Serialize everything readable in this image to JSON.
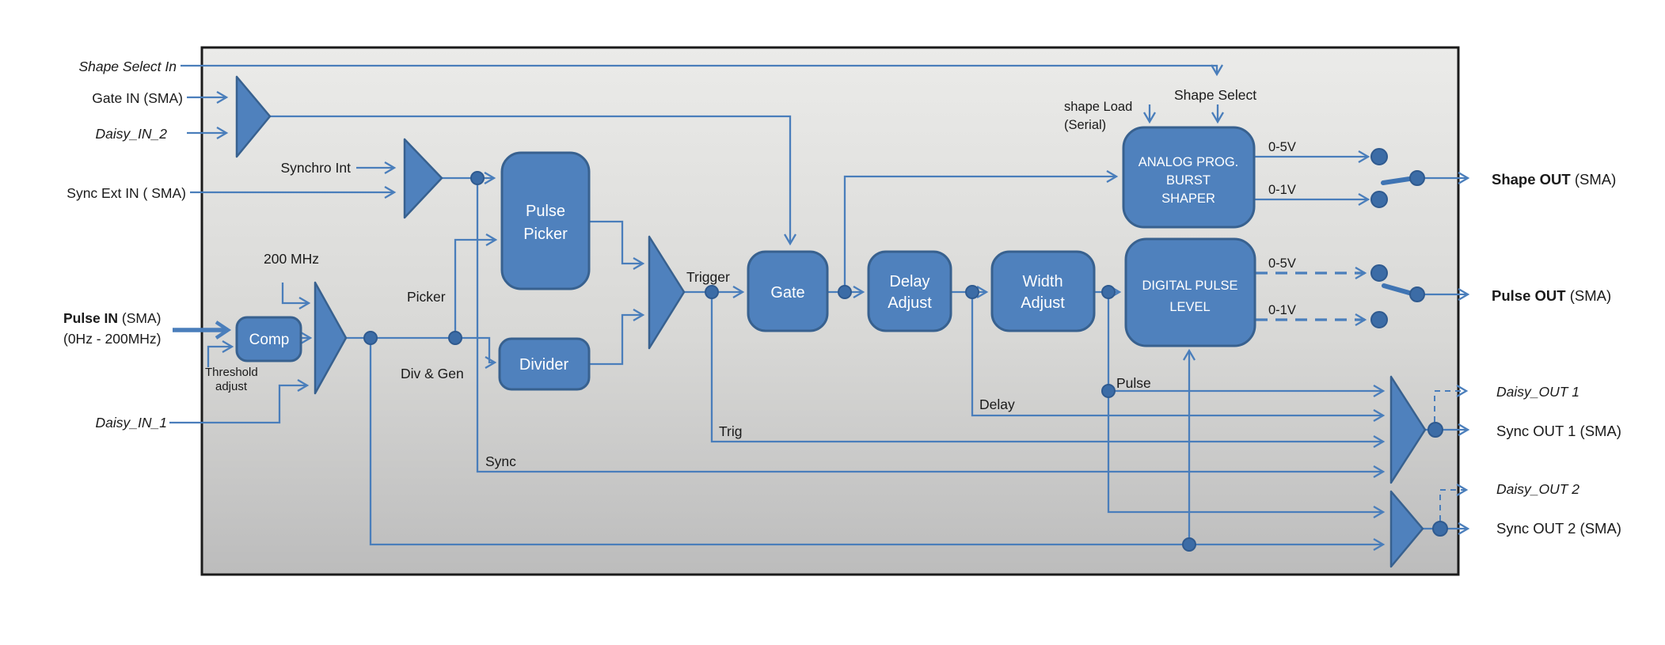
{
  "colors": {
    "accent": "#4f81bd",
    "block_border": "#38618f",
    "wire": "#4a7ebb",
    "panel_border": "#1b1b1b",
    "panel_top": "#ebebe9",
    "panel_bottom": "#bcbcbc",
    "text": "#1a1a1a",
    "block_text": "#ffffff"
  },
  "inputs": {
    "shape_select_in": "Shape Select In",
    "gate_in": "Gate IN (SMA)",
    "daisy_in_2": "Daisy_IN_2",
    "sync_ext_in": "Sync Ext IN ( SMA)",
    "pulse_in_bold": "Pulse IN",
    "pulse_in_rest": " (SMA)",
    "pulse_in_range": "(0Hz - 200MHz)",
    "daisy_in_1": "Daisy_IN_1"
  },
  "outputs": {
    "shape_out_bold": "Shape OUT",
    "shape_out_rest": " (SMA)",
    "pulse_out_bold": "Pulse OUT",
    "pulse_out_rest": " (SMA)",
    "daisy_out_1": "Daisy_OUT 1",
    "sync_out_1": "Sync OUT 1 (SMA)",
    "daisy_out_2": "Daisy_OUT 2",
    "sync_out_2": "Sync OUT 2 (SMA)"
  },
  "blocks": {
    "comp": "Comp",
    "pulse_picker": [
      "Pulse",
      "Picker"
    ],
    "divider": "Divider",
    "gate": "Gate",
    "delay_adjust": [
      "Delay",
      "Adjust"
    ],
    "width_adjust": [
      "Width",
      "Adjust"
    ],
    "analog_shaper": [
      "ANALOG PROG.",
      "BURST",
      "SHAPER"
    ],
    "digital_level": [
      "DIGITAL PULSE",
      "LEVEL"
    ]
  },
  "signals": {
    "synchro_int": "Synchro Int",
    "clock": "200 MHz",
    "picker": "Picker",
    "div_gen": "Div & Gen",
    "threshold_line1": "Threshold",
    "threshold_line2": "adjust",
    "trigger": "Trigger",
    "trig": "Trig",
    "sync": "Sync",
    "delay": "Delay",
    "pulse": "Pulse",
    "shape_load_line1": "shape Load",
    "shape_load_line2": "(Serial)",
    "shape_select": "Shape Select",
    "range_0_5v": "0-5V",
    "range_0_1v": "0-1V"
  }
}
